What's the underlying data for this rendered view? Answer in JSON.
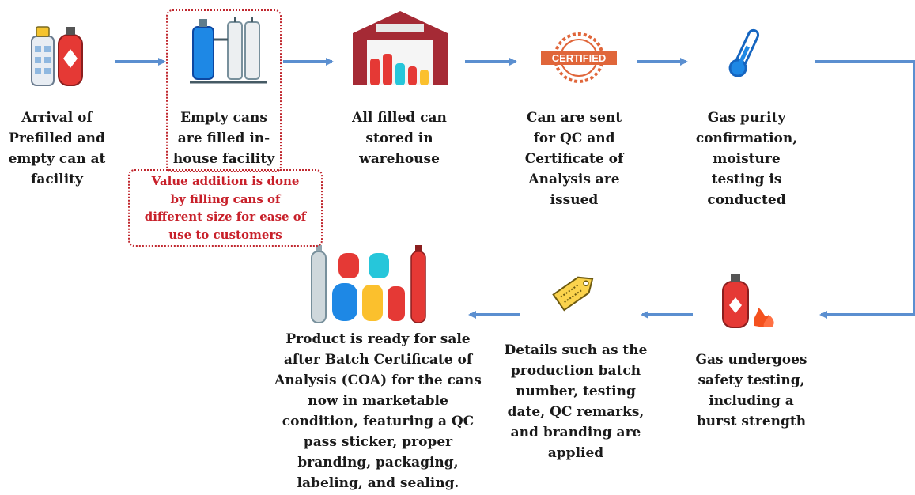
{
  "steps": {
    "arrival": "Arrival of\nPrefilled and\nempty can at\nfacility",
    "filling": "Empty cans\nare filled in-\nhouse facility",
    "warehouse": "All filled can\nstored in\nwarehouse",
    "qc": "Can are sent\nfor QC and\nCertificate of\nAnalysis are\nissued",
    "purity": "Gas purity\nconfirmation,\nmoisture\ntesting is\nconducted",
    "safety": "Gas undergoes\nsafety testing,\nincluding a\nburst strength",
    "labeling": "Details such as the\nproduction batch\nnumber, testing\ndate, QC remarks,\nand branding are\napplied",
    "sale": "Product is ready for sale\nafter Batch Certificate of\nAnalysis (COA) for the cans\nnow in marketable\ncondition, featuring a QC\npass sticker, proper\nbranding, packaging,\nlabeling, and sealing."
  },
  "note": "Value addition is done\nby filling cans of\ndifferent size for ease of\nuse to customers",
  "certified_stamp": "CERTIFIED",
  "colors": {
    "arrow": "#5b8fd0",
    "note_red": "#c8202a",
    "warehouse_red": "#a52a35",
    "cylinder_red": "#e53935",
    "cylinder_blue": "#1e88e5",
    "cylinder_yellow": "#fbc02d",
    "cylinder_teal": "#26c6da"
  },
  "icons": [
    "cylinder-pair-icon",
    "filling-plant-icon",
    "warehouse-icon",
    "certified-stamp-icon",
    "thermometer-icon",
    "fire-cylinder-icon",
    "tag-icon",
    "cylinder-group-icon"
  ]
}
